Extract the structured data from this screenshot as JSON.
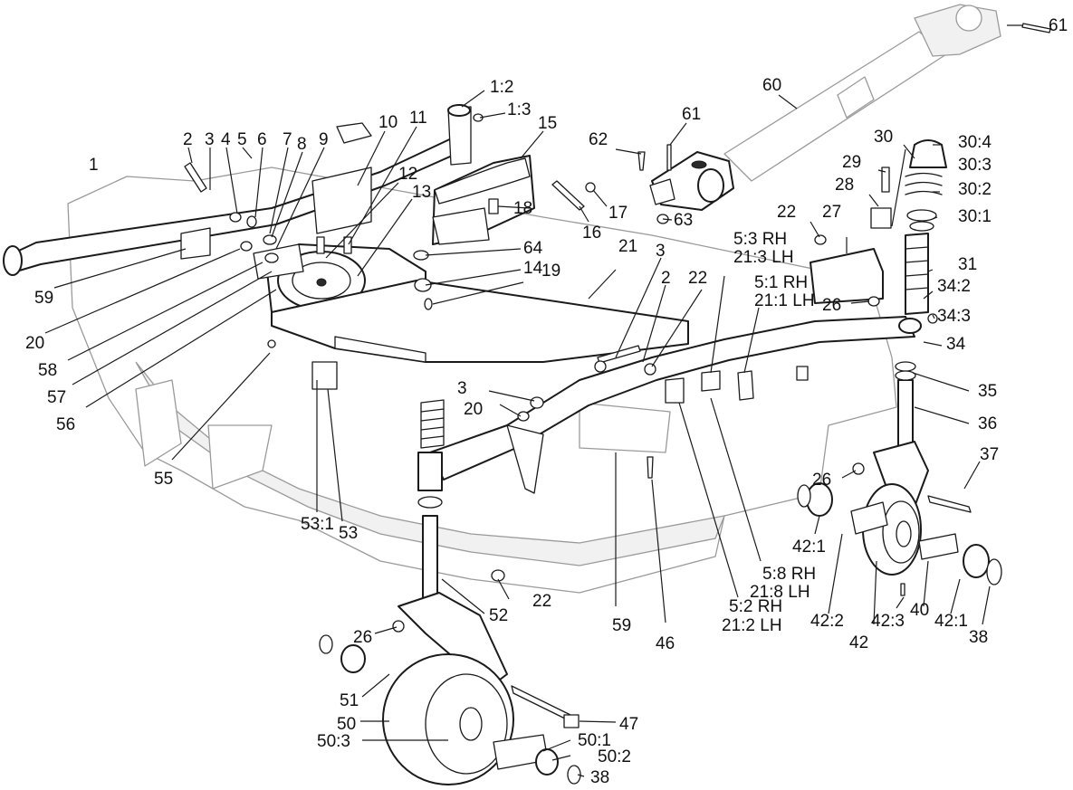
{
  "callouts": [
    {
      "id": "c-1-2",
      "text": "1:2"
    },
    {
      "id": "c-1-3",
      "text": "1:3"
    },
    {
      "id": "c-2a",
      "text": "2"
    },
    {
      "id": "c-3a",
      "text": "3"
    },
    {
      "id": "c-4",
      "text": "4"
    },
    {
      "id": "c-5",
      "text": "5"
    },
    {
      "id": "c-6",
      "text": "6"
    },
    {
      "id": "c-7",
      "text": "7"
    },
    {
      "id": "c-8",
      "text": "8"
    },
    {
      "id": "c-9",
      "text": "9"
    },
    {
      "id": "c-10",
      "text": "10"
    },
    {
      "id": "c-11",
      "text": "11"
    },
    {
      "id": "c-12",
      "text": "12"
    },
    {
      "id": "c-13",
      "text": "13"
    },
    {
      "id": "c-15",
      "text": "15"
    },
    {
      "id": "c-1",
      "text": "1"
    },
    {
      "id": "c-18",
      "text": "18"
    },
    {
      "id": "c-17",
      "text": "17"
    },
    {
      "id": "c-16",
      "text": "16"
    },
    {
      "id": "c-62",
      "text": "62"
    },
    {
      "id": "c-61a",
      "text": "61"
    },
    {
      "id": "c-60",
      "text": "60"
    },
    {
      "id": "c-61b",
      "text": "61"
    },
    {
      "id": "c-63",
      "text": "63"
    },
    {
      "id": "c-30",
      "text": "30"
    },
    {
      "id": "c-30-4",
      "text": "30:4"
    },
    {
      "id": "c-29",
      "text": "29"
    },
    {
      "id": "c-30-3",
      "text": "30:3"
    },
    {
      "id": "c-28",
      "text": "28"
    },
    {
      "id": "c-30-2",
      "text": "30:2"
    },
    {
      "id": "c-30-1",
      "text": "30:1"
    },
    {
      "id": "c-22a",
      "text": "22"
    },
    {
      "id": "c-27",
      "text": "27"
    },
    {
      "id": "c-31",
      "text": "31"
    },
    {
      "id": "c-64",
      "text": "64"
    },
    {
      "id": "c-14",
      "text": "14"
    },
    {
      "id": "c-19",
      "text": "19"
    },
    {
      "id": "c-21",
      "text": "21"
    },
    {
      "id": "c-3b",
      "text": "3"
    },
    {
      "id": "c-5-3",
      "text": "5:3 RH"
    },
    {
      "id": "c-21-3",
      "text": "21:3 LH"
    },
    {
      "id": "c-5-1",
      "text": "5:1 RH"
    },
    {
      "id": "c-21-1",
      "text": "21:1 LH"
    },
    {
      "id": "c-2b",
      "text": "2"
    },
    {
      "id": "c-22b",
      "text": "22"
    },
    {
      "id": "c-34-2",
      "text": "34:2"
    },
    {
      "id": "c-26a",
      "text": "26"
    },
    {
      "id": "c-34-3",
      "text": "34:3"
    },
    {
      "id": "c-34",
      "text": "34"
    },
    {
      "id": "c-59a",
      "text": "59"
    },
    {
      "id": "c-20a",
      "text": "20"
    },
    {
      "id": "c-58",
      "text": "58"
    },
    {
      "id": "c-57",
      "text": "57"
    },
    {
      "id": "c-56",
      "text": "56"
    },
    {
      "id": "c-55",
      "text": "55"
    },
    {
      "id": "c-3c",
      "text": "3"
    },
    {
      "id": "c-20b",
      "text": "20"
    },
    {
      "id": "c-35",
      "text": "35"
    },
    {
      "id": "c-36",
      "text": "36"
    },
    {
      "id": "c-37",
      "text": "37"
    },
    {
      "id": "c-26b",
      "text": "26"
    },
    {
      "id": "c-53-1",
      "text": "53:1"
    },
    {
      "id": "c-53",
      "text": "53"
    },
    {
      "id": "c-42-1a",
      "text": "42:1"
    },
    {
      "id": "c-5-8",
      "text": "5:8 RH"
    },
    {
      "id": "c-21-8",
      "text": "21:8 LH"
    },
    {
      "id": "c-22c",
      "text": "22"
    },
    {
      "id": "c-52",
      "text": "52"
    },
    {
      "id": "c-5-2",
      "text": "5:2 RH"
    },
    {
      "id": "c-21-2",
      "text": "21:2 LH"
    },
    {
      "id": "c-42-2",
      "text": "42:2"
    },
    {
      "id": "c-40",
      "text": "40"
    },
    {
      "id": "c-42-1b",
      "text": "42:1"
    },
    {
      "id": "c-26c",
      "text": "26"
    },
    {
      "id": "c-59b",
      "text": "59"
    },
    {
      "id": "c-46",
      "text": "46"
    },
    {
      "id": "c-42-3",
      "text": "42:3"
    },
    {
      "id": "c-42",
      "text": "42"
    },
    {
      "id": "c-38a",
      "text": "38"
    },
    {
      "id": "c-51",
      "text": "51"
    },
    {
      "id": "c-47",
      "text": "47"
    },
    {
      "id": "c-50",
      "text": "50"
    },
    {
      "id": "c-50-1",
      "text": "50:1"
    },
    {
      "id": "c-50-3",
      "text": "50:3"
    },
    {
      "id": "c-50-2",
      "text": "50:2"
    },
    {
      "id": "c-38b",
      "text": "38"
    }
  ]
}
